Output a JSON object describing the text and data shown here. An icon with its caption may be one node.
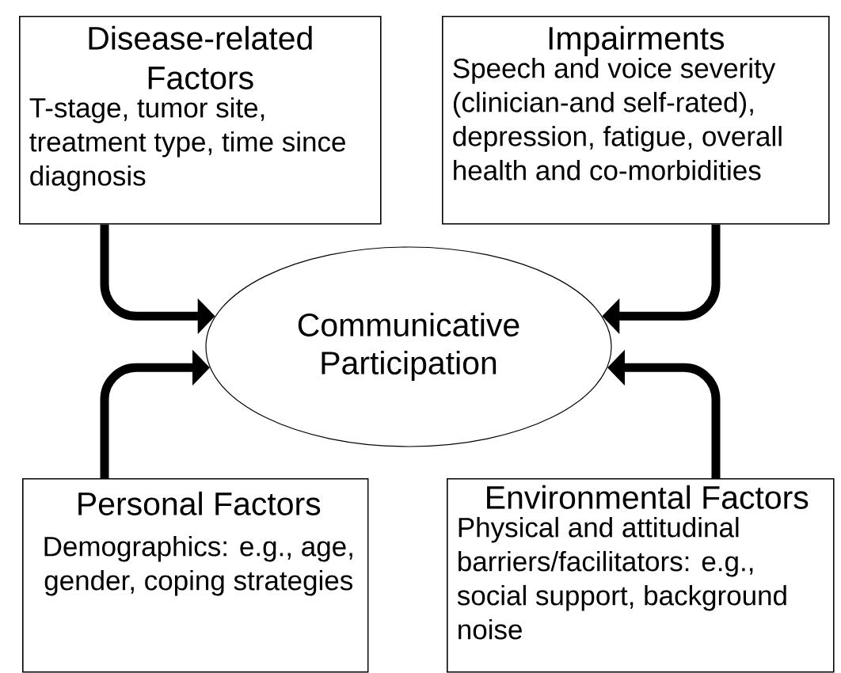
{
  "diagram": {
    "nodes": [
      {
        "text": [
          "Disease-related Factors",
          "T-stage, tumor site, treatment type, time since diagnosis"
        ]
      },
      {
        "text": [
          "Impairments",
          "Speech and voice severity (clinician-and self-rated), depression, fatigue, overall health and co-morbidities"
        ]
      },
      {
        "text": [
          "Communicative Participation"
        ]
      },
      {
        "text": [
          "Personal Factors",
          "Demographics: e.g., age, gender, coping strategies"
        ]
      },
      {
        "text": [
          "Environmental Factors",
          "Physical and attitudinal barriers/facilitators: e.g., social support, background noise"
        ]
      }
    ],
    "edges": [
      {
        "from": 0,
        "to": 2,
        "arrow": "to"
      },
      {
        "from": 1,
        "to": 2,
        "arrow": "to"
      },
      {
        "from": 3,
        "to": 2,
        "arrow": "to"
      },
      {
        "from": 4,
        "to": 2,
        "arrow": "to"
      }
    ]
  }
}
